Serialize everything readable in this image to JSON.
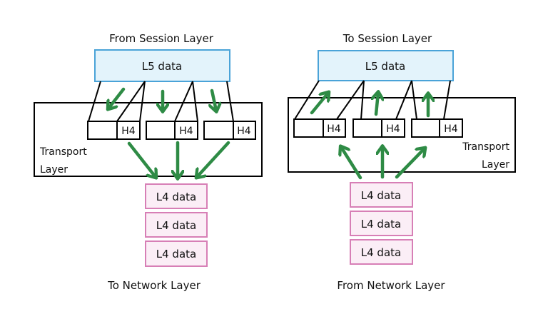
{
  "diagram": {
    "title": "Transport layer multiplexing / demultiplexing",
    "colors": {
      "session_fill": "#e3f3fb",
      "session_stroke": "#4aa3d8",
      "segment_fill": "#fbeef6",
      "segment_stroke": "#d77fb6",
      "arrow": "#2e8b45",
      "line": "#000000"
    },
    "left": {
      "top_label": "From Session Layer",
      "session_box": "L5 data",
      "layer_label_line1": "Transport",
      "layer_label_line2": "Layer",
      "segments": [
        {
          "header": "H4"
        },
        {
          "header": "H4"
        },
        {
          "header": "H4"
        }
      ],
      "l4_boxes": [
        "L4 data",
        "L4 data",
        "L4 data"
      ],
      "bottom_label": "To Network Layer",
      "direction": "down"
    },
    "right": {
      "top_label": "To Session Layer",
      "session_box": "L5 data",
      "layer_label_line1": "Transport",
      "layer_label_line2": "Layer",
      "segments": [
        {
          "header": "H4"
        },
        {
          "header": "H4"
        },
        {
          "header": "H4"
        }
      ],
      "l4_boxes": [
        "L4 data",
        "L4 data",
        "L4 data"
      ],
      "bottom_label": "From Network Layer",
      "direction": "up"
    }
  }
}
